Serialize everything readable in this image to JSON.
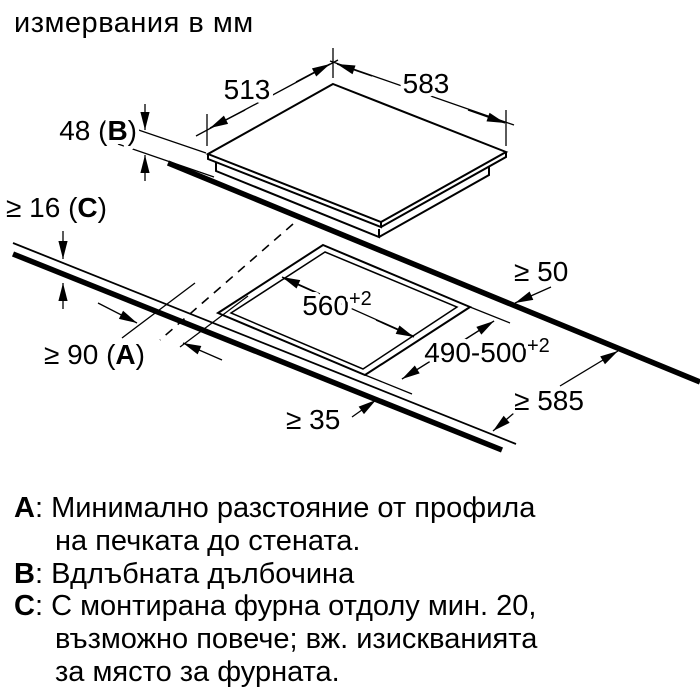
{
  "title": "измервания в мм",
  "colors": {
    "ink": "#000000",
    "background": "#ffffff"
  },
  "diagram": {
    "dim_top_left_edge": "513",
    "dim_top_right_edge": "583",
    "dim_recess_depth": {
      "pre": "48 (",
      "letter": "B",
      "post": ")"
    },
    "dim_worktop_thickness": {
      "pre": "≥ 16 (",
      "letter": "C",
      "post": ")"
    },
    "dim_wall_clearance": {
      "pre": "≥ 90 (",
      "letter": "A",
      "post": ")"
    },
    "dim_cutout_width": {
      "value": "560",
      "sup": "+2"
    },
    "dim_cutout_depth": {
      "value": "490-500",
      "sup": "+2"
    },
    "dim_rear_clearance": "≥ 50",
    "dim_worktop_depth": "≥ 585",
    "dim_front_clearance": "≥ 35"
  },
  "legend": {
    "items": [
      {
        "letter": "A",
        "separator": ": ",
        "text": "Минимално разстояние от профила\nна печката до стената."
      },
      {
        "letter": "B",
        "separator": ": ",
        "text": "Вдлъбната дълбочина"
      },
      {
        "letter": "C",
        "separator": ": ",
        "text": "С монтирана фурна отдолу мин. 20,\nвъзможно повече; вж. изискванията\nза място за фурната."
      }
    ]
  }
}
